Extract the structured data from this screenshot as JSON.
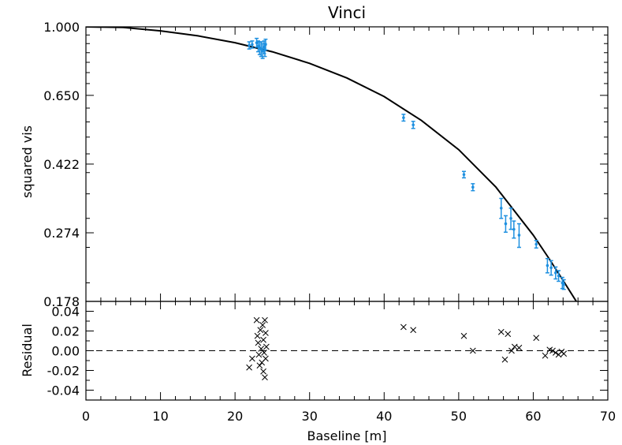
{
  "chart_data": [
    {
      "type": "scatter",
      "title": "Vinci",
      "xlabel": "",
      "ylabel": "squared vis",
      "xlim": [
        0,
        70
      ],
      "ylim": [
        0.178,
        1.0
      ],
      "yscale": "log",
      "yticks": [
        1.0,
        0.65,
        0.422,
        0.274,
        0.178
      ],
      "ytick_labels": [
        "1.000",
        "0.650",
        "0.422",
        "0.274",
        "0.178"
      ],
      "model_curve": {
        "color": "#000000",
        "points": [
          {
            "x": 0,
            "y": 1.0
          },
          {
            "x": 5,
            "y": 0.996
          },
          {
            "x": 10,
            "y": 0.975
          },
          {
            "x": 15,
            "y": 0.945
          },
          {
            "x": 20,
            "y": 0.905
          },
          {
            "x": 25,
            "y": 0.855
          },
          {
            "x": 30,
            "y": 0.795
          },
          {
            "x": 35,
            "y": 0.725
          },
          {
            "x": 40,
            "y": 0.645
          },
          {
            "x": 45,
            "y": 0.555
          },
          {
            "x": 50,
            "y": 0.462
          },
          {
            "x": 55,
            "y": 0.365
          },
          {
            "x": 60,
            "y": 0.27
          },
          {
            "x": 62,
            "y": 0.235
          },
          {
            "x": 64,
            "y": 0.203
          },
          {
            "x": 66,
            "y": 0.175
          }
        ]
      },
      "series": [
        {
          "color": "#1e90e0",
          "points": [
            {
              "x": 21.9,
              "y": 0.89,
              "err": 0.02
            },
            {
              "x": 22.3,
              "y": 0.895,
              "err": 0.02
            },
            {
              "x": 22.9,
              "y": 0.905,
              "err": 0.025
            },
            {
              "x": 23.1,
              "y": 0.885,
              "err": 0.03
            },
            {
              "x": 23.3,
              "y": 0.875,
              "err": 0.035
            },
            {
              "x": 23.5,
              "y": 0.87,
              "err": 0.04
            },
            {
              "x": 23.7,
              "y": 0.86,
              "err": 0.04
            },
            {
              "x": 23.9,
              "y": 0.88,
              "err": 0.035
            },
            {
              "x": 24.0,
              "y": 0.865,
              "err": 0.035
            },
            {
              "x": 24.1,
              "y": 0.895,
              "err": 0.03
            },
            {
              "x": 42.6,
              "y": 0.565,
              "err": 0.012
            },
            {
              "x": 43.9,
              "y": 0.54,
              "err": 0.012
            },
            {
              "x": 50.7,
              "y": 0.395,
              "err": 0.008
            },
            {
              "x": 51.9,
              "y": 0.365,
              "err": 0.008
            },
            {
              "x": 55.7,
              "y": 0.32,
              "err": 0.02
            },
            {
              "x": 56.3,
              "y": 0.29,
              "err": 0.015
            },
            {
              "x": 57.0,
              "y": 0.3,
              "err": 0.02
            },
            {
              "x": 57.4,
              "y": 0.28,
              "err": 0.015
            },
            {
              "x": 58.1,
              "y": 0.27,
              "err": 0.02
            },
            {
              "x": 60.4,
              "y": 0.255,
              "err": 0.006
            },
            {
              "x": 61.9,
              "y": 0.223,
              "err": 0.01
            },
            {
              "x": 62.4,
              "y": 0.22,
              "err": 0.01
            },
            {
              "x": 63.0,
              "y": 0.213,
              "err": 0.008
            },
            {
              "x": 63.4,
              "y": 0.209,
              "err": 0.007
            },
            {
              "x": 63.9,
              "y": 0.2,
              "err": 0.007
            },
            {
              "x": 64.1,
              "y": 0.198,
              "err": 0.006
            }
          ]
        }
      ]
    },
    {
      "type": "scatter",
      "title": "",
      "xlabel": "Baseline [m]",
      "ylabel": "Residual",
      "xlim": [
        0,
        70
      ],
      "ylim": [
        -0.05,
        0.05
      ],
      "xticks": [
        0,
        10,
        20,
        30,
        40,
        50,
        60,
        70
      ],
      "xtick_labels": [
        "0",
        "10",
        "20",
        "30",
        "40",
        "50",
        "60",
        "70"
      ],
      "yticks": [
        0.04,
        0.02,
        0.0,
        -0.02,
        -0.04
      ],
      "ytick_labels": [
        "0.04",
        "0.02",
        "0.00",
        "-0.02",
        "-0.04"
      ],
      "reference_line": 0.0,
      "marker": "x",
      "points": [
        {
          "x": 21.9,
          "y": -0.017
        },
        {
          "x": 22.3,
          "y": -0.008
        },
        {
          "x": 22.9,
          "y": 0.031
        },
        {
          "x": 23.0,
          "y": 0.015
        },
        {
          "x": 23.1,
          "y": 0.008
        },
        {
          "x": 23.2,
          "y": -0.004
        },
        {
          "x": 23.3,
          "y": -0.015
        },
        {
          "x": 23.4,
          "y": 0.021
        },
        {
          "x": 23.5,
          "y": 0.002
        },
        {
          "x": 23.6,
          "y": -0.012
        },
        {
          "x": 23.7,
          "y": 0.026
        },
        {
          "x": 23.8,
          "y": -0.021
        },
        {
          "x": 23.8,
          "y": 0.011
        },
        {
          "x": 23.9,
          "y": -0.002
        },
        {
          "x": 24.0,
          "y": 0.031
        },
        {
          "x": 24.0,
          "y": -0.027
        },
        {
          "x": 24.1,
          "y": 0.018
        },
        {
          "x": 24.1,
          "y": -0.008
        },
        {
          "x": 24.2,
          "y": 0.004
        },
        {
          "x": 42.6,
          "y": 0.024
        },
        {
          "x": 43.9,
          "y": 0.021
        },
        {
          "x": 50.7,
          "y": 0.015
        },
        {
          "x": 51.9,
          "y": 0.0
        },
        {
          "x": 55.7,
          "y": 0.019
        },
        {
          "x": 56.2,
          "y": -0.009
        },
        {
          "x": 56.6,
          "y": 0.017
        },
        {
          "x": 57.1,
          "y": 0.0
        },
        {
          "x": 57.5,
          "y": 0.004
        },
        {
          "x": 58.1,
          "y": 0.003
        },
        {
          "x": 60.4,
          "y": 0.013
        },
        {
          "x": 61.6,
          "y": -0.005
        },
        {
          "x": 62.2,
          "y": 0.001
        },
        {
          "x": 62.6,
          "y": 0.0
        },
        {
          "x": 63.0,
          "y": -0.002
        },
        {
          "x": 63.4,
          "y": -0.004
        },
        {
          "x": 63.8,
          "y": -0.001
        },
        {
          "x": 64.1,
          "y": -0.003
        }
      ]
    }
  ]
}
